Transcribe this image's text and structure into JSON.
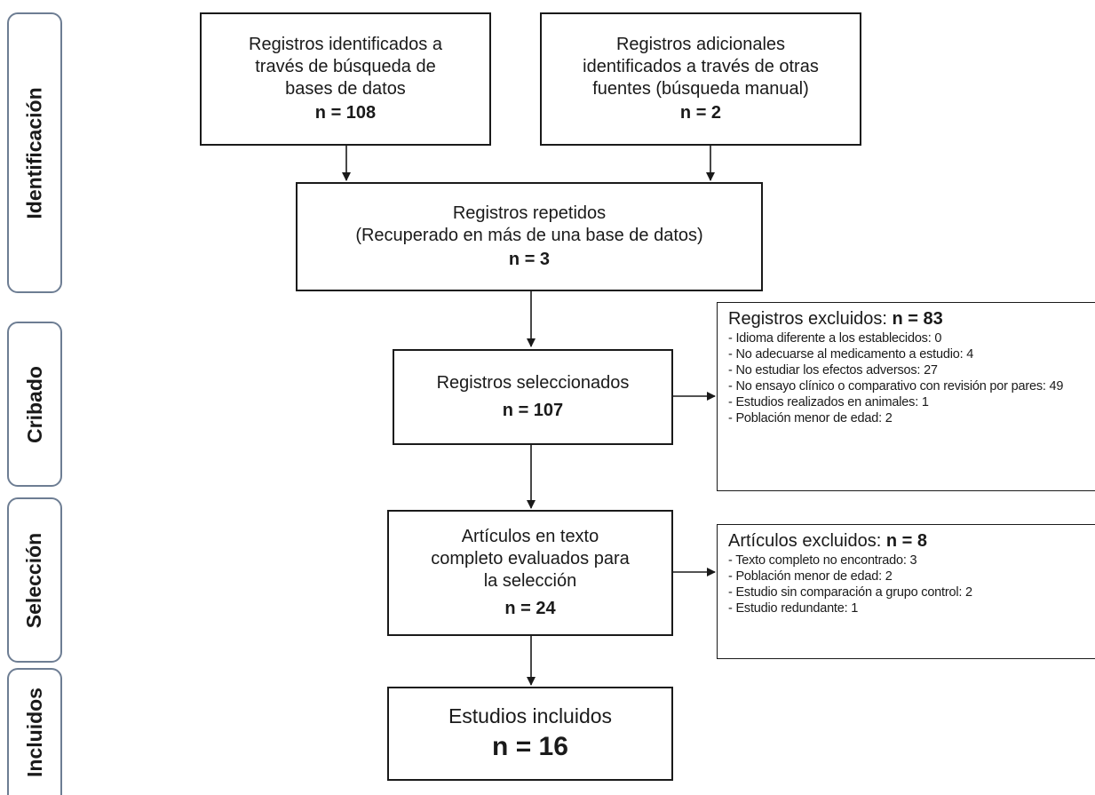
{
  "phases": {
    "identificacion": "Identificación",
    "cribado": "Cribado",
    "seleccion": "Selección",
    "incluidos": "Incluidos"
  },
  "boxes": {
    "db_search": {
      "label": "Registros identificados a\ntravés de búsqueda de\nbases de datos",
      "n": "n = 108"
    },
    "other_sources": {
      "label": "Registros adicionales\nidentificados a través de otras\nfuentes (búsqueda manual)",
      "n": "n = 2"
    },
    "duplicates": {
      "label": "Registros repetidos\n(Recuperado en más de una base de datos)",
      "n": "n = 3"
    },
    "screened": {
      "label": "Registros seleccionados",
      "n": "n = 107"
    },
    "fulltext": {
      "label": "Artículos en texto\ncompleto evaluados para\nla selección",
      "n": "n = 24"
    },
    "included": {
      "label": "Estudios incluidos",
      "n": "n = 16"
    }
  },
  "excluded_records": {
    "title": "Registros excluidos:",
    "n": "n = 83",
    "items": [
      "- Idioma diferente a los establecidos: 0",
      "- No adecuarse al medicamento a estudio: 4",
      "- No estudiar los efectos adversos: 27",
      "- No ensayo clínico o comparativo con revisión por pares: 49",
      "- Estudios realizados en animales: 1",
      "- Población menor de edad: 2"
    ]
  },
  "excluded_articles": {
    "title": "Artículos excluidos:",
    "n": "n = 8",
    "items": [
      "- Texto completo no encontrado: 3",
      "- Población menor de edad: 2",
      "- Estudio sin comparación a grupo control: 2",
      "- Estudio redundante: 1"
    ]
  },
  "colors": {
    "tab_border": "#6d7d93",
    "box_border": "#1a1a1a",
    "arrow": "#1a1a1a"
  }
}
